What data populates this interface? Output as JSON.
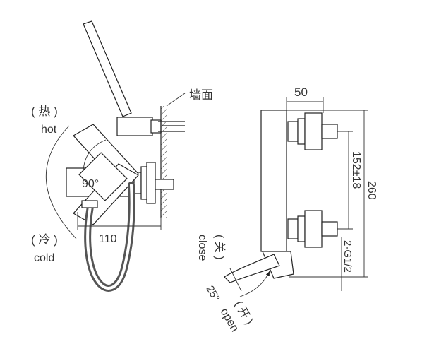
{
  "labels": {
    "wall": "墙面",
    "hot_cn": "( 热 )",
    "hot_en": "hot",
    "cold_cn": "( 冷 )",
    "cold_en": "cold",
    "angle_rotate": "90°",
    "dim_110": "110",
    "dim_50": "50",
    "dim_152": "152±18",
    "dim_260": "260",
    "thread": "2-G1/2",
    "close_cn": "( 关 )",
    "close_en": "close",
    "angle_open": "25°",
    "open_cn": "( 开 )",
    "open_en": "open"
  },
  "colors": {
    "line": "#222222",
    "hose": "#555555",
    "text": "#333333"
  }
}
